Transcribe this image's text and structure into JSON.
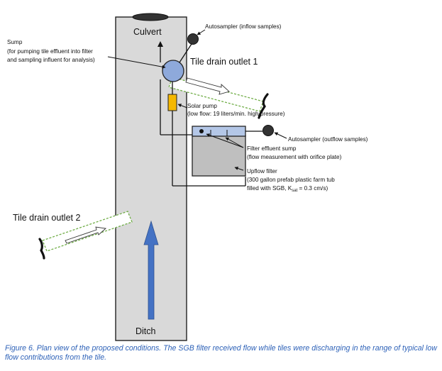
{
  "labels": {
    "culvert": "Culvert",
    "ditch": "Ditch",
    "tile_outlet_1": "Tile drain outlet 1",
    "tile_outlet_2": "Tile drain outlet 2",
    "autosampler_inflow": "Autosampler (inflow samples)",
    "autosampler_outflow": "Autosampler (outflow samples)",
    "sump_line1": "Sump",
    "sump_line2": "(for pumping tile effluent into filter",
    "sump_line3": "and sampling influent for analysis)",
    "solar_pump_line1": "Solar pump",
    "solar_pump_line2": "(low flow: 19 liters/min. high pressure)",
    "effluent_sump_line1": "Filter effluent sump",
    "effluent_sump_line2": "(flow measurement with orifice plate)",
    "upflow_line1": "Upflow filter",
    "upflow_line2": "(300 gallon prefab plastic farm tub",
    "upflow_line3_prefix": "filled with SGB, K",
    "upflow_line3_sub": "sat",
    "upflow_line3_suffix": " = 0.3 cm/s)"
  },
  "caption": "Figure 6. Plan view of the proposed conditions. The SGB filter received flow while tiles were discharging in the range of typical low flow contributions from the tile.",
  "colors": {
    "ditch_fill": "#d9d9d9",
    "sump_fill": "#8ea9db",
    "pump_fill": "#f5b800",
    "arrow_fill": "#4472c4",
    "tile_dash": "#70ad47",
    "caption": "#2e62b8",
    "filter_fill": "#bfbfbf",
    "effluent_fill": "#b4c7e7"
  },
  "icons": {
    "autosampler": "dark-circle",
    "culvert": "dark-ellipse",
    "flow": "blue-arrow-up"
  }
}
